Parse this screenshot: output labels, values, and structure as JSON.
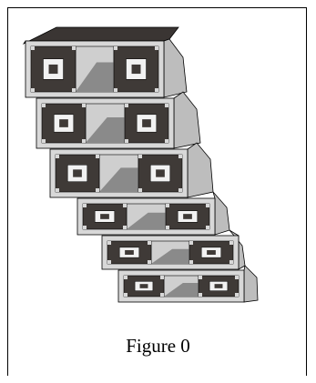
{
  "figure": {
    "caption": "Figure 0",
    "colors": {
      "background": "#ffffff",
      "top_face": "#3a3533",
      "face_light": "#d8d8d8",
      "face_mid": "#bdbdbd",
      "side_face": "#bdbdbd",
      "port_dark": "#3f3a37",
      "port_light": "#f2f2f2",
      "divider_light": "#cfcfcf",
      "divider_shadow": "#8a8a8a",
      "outline": "#000000"
    },
    "array": {
      "boxes": 6,
      "ports_per_box": 2
    }
  }
}
